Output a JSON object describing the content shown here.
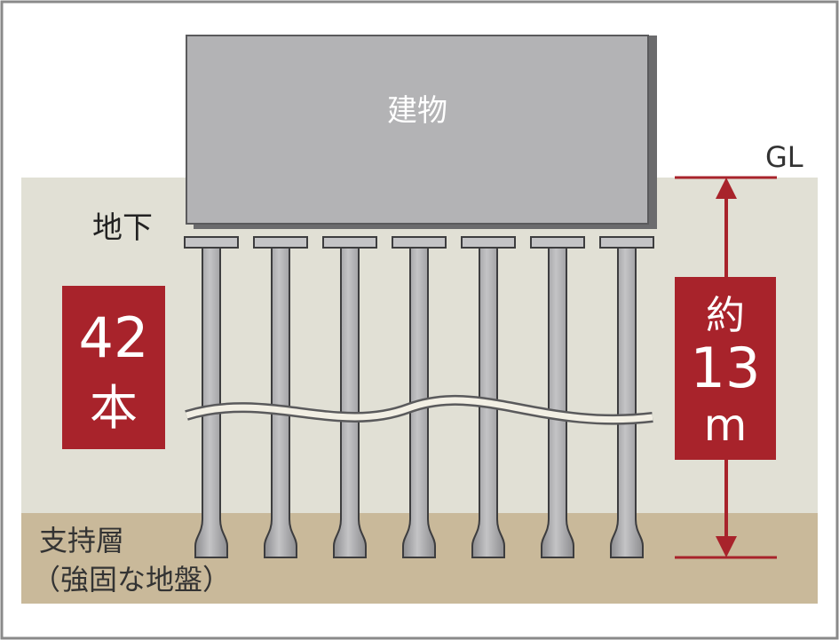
{
  "building": {
    "label": "建物"
  },
  "ground_level": {
    "label": "GL"
  },
  "basement": {
    "label": "地下"
  },
  "pile_count": {
    "number": "42",
    "unit": "本"
  },
  "depth": {
    "prefix": "約",
    "number": "13",
    "unit": "m"
  },
  "bearing_layer": {
    "line1": "支持層",
    "line2": "（強固な地盤）"
  },
  "colors": {
    "soil": "#e1e0d5",
    "bearing_layer": "#c9b99a",
    "building": "#b3b3b5",
    "pile": "#a7a7a9",
    "accent": "#a8232b"
  }
}
